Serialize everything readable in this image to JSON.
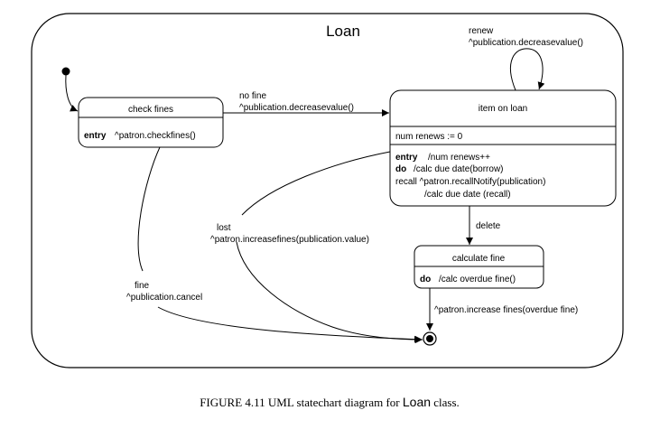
{
  "container": {
    "name": "Loan"
  },
  "states": {
    "check_fines": {
      "name": "check fines",
      "entry_kw": "entry",
      "entry_action": "^patron.checkfines()"
    },
    "item_on_loan": {
      "name": "item on loan",
      "attribute": "num renews := 0",
      "entry_kw": "entry",
      "entry_action": "/num renews++",
      "do_kw": "do",
      "do_action": "/calc due date(borrow)",
      "recall_line1": "recall ^patron.recallNotify(publication)",
      "recall_line2": "/calc due date (recall)"
    },
    "calculate_fine": {
      "name": "calculate fine",
      "do_kw": "do",
      "do_action": "/calc overdue fine()"
    }
  },
  "transitions": {
    "no_fine": {
      "event": "no fine",
      "action": "^publication.decreasevalue()"
    },
    "renew": {
      "event": "renew",
      "action": "^publication.decreasevalue()"
    },
    "delete": {
      "event": "delete"
    },
    "lost": {
      "event": "lost",
      "action": "^patron.increasefines(publication.value)"
    },
    "fine": {
      "event": "fine",
      "action": "^publication.cancel"
    },
    "increase_fines": {
      "action": "^patron.increase fines(overdue fine)"
    }
  },
  "caption": {
    "prefix": "FIGURE 4.11  UML statechart diagram for ",
    "class_name": "Loan",
    "suffix": " class."
  }
}
